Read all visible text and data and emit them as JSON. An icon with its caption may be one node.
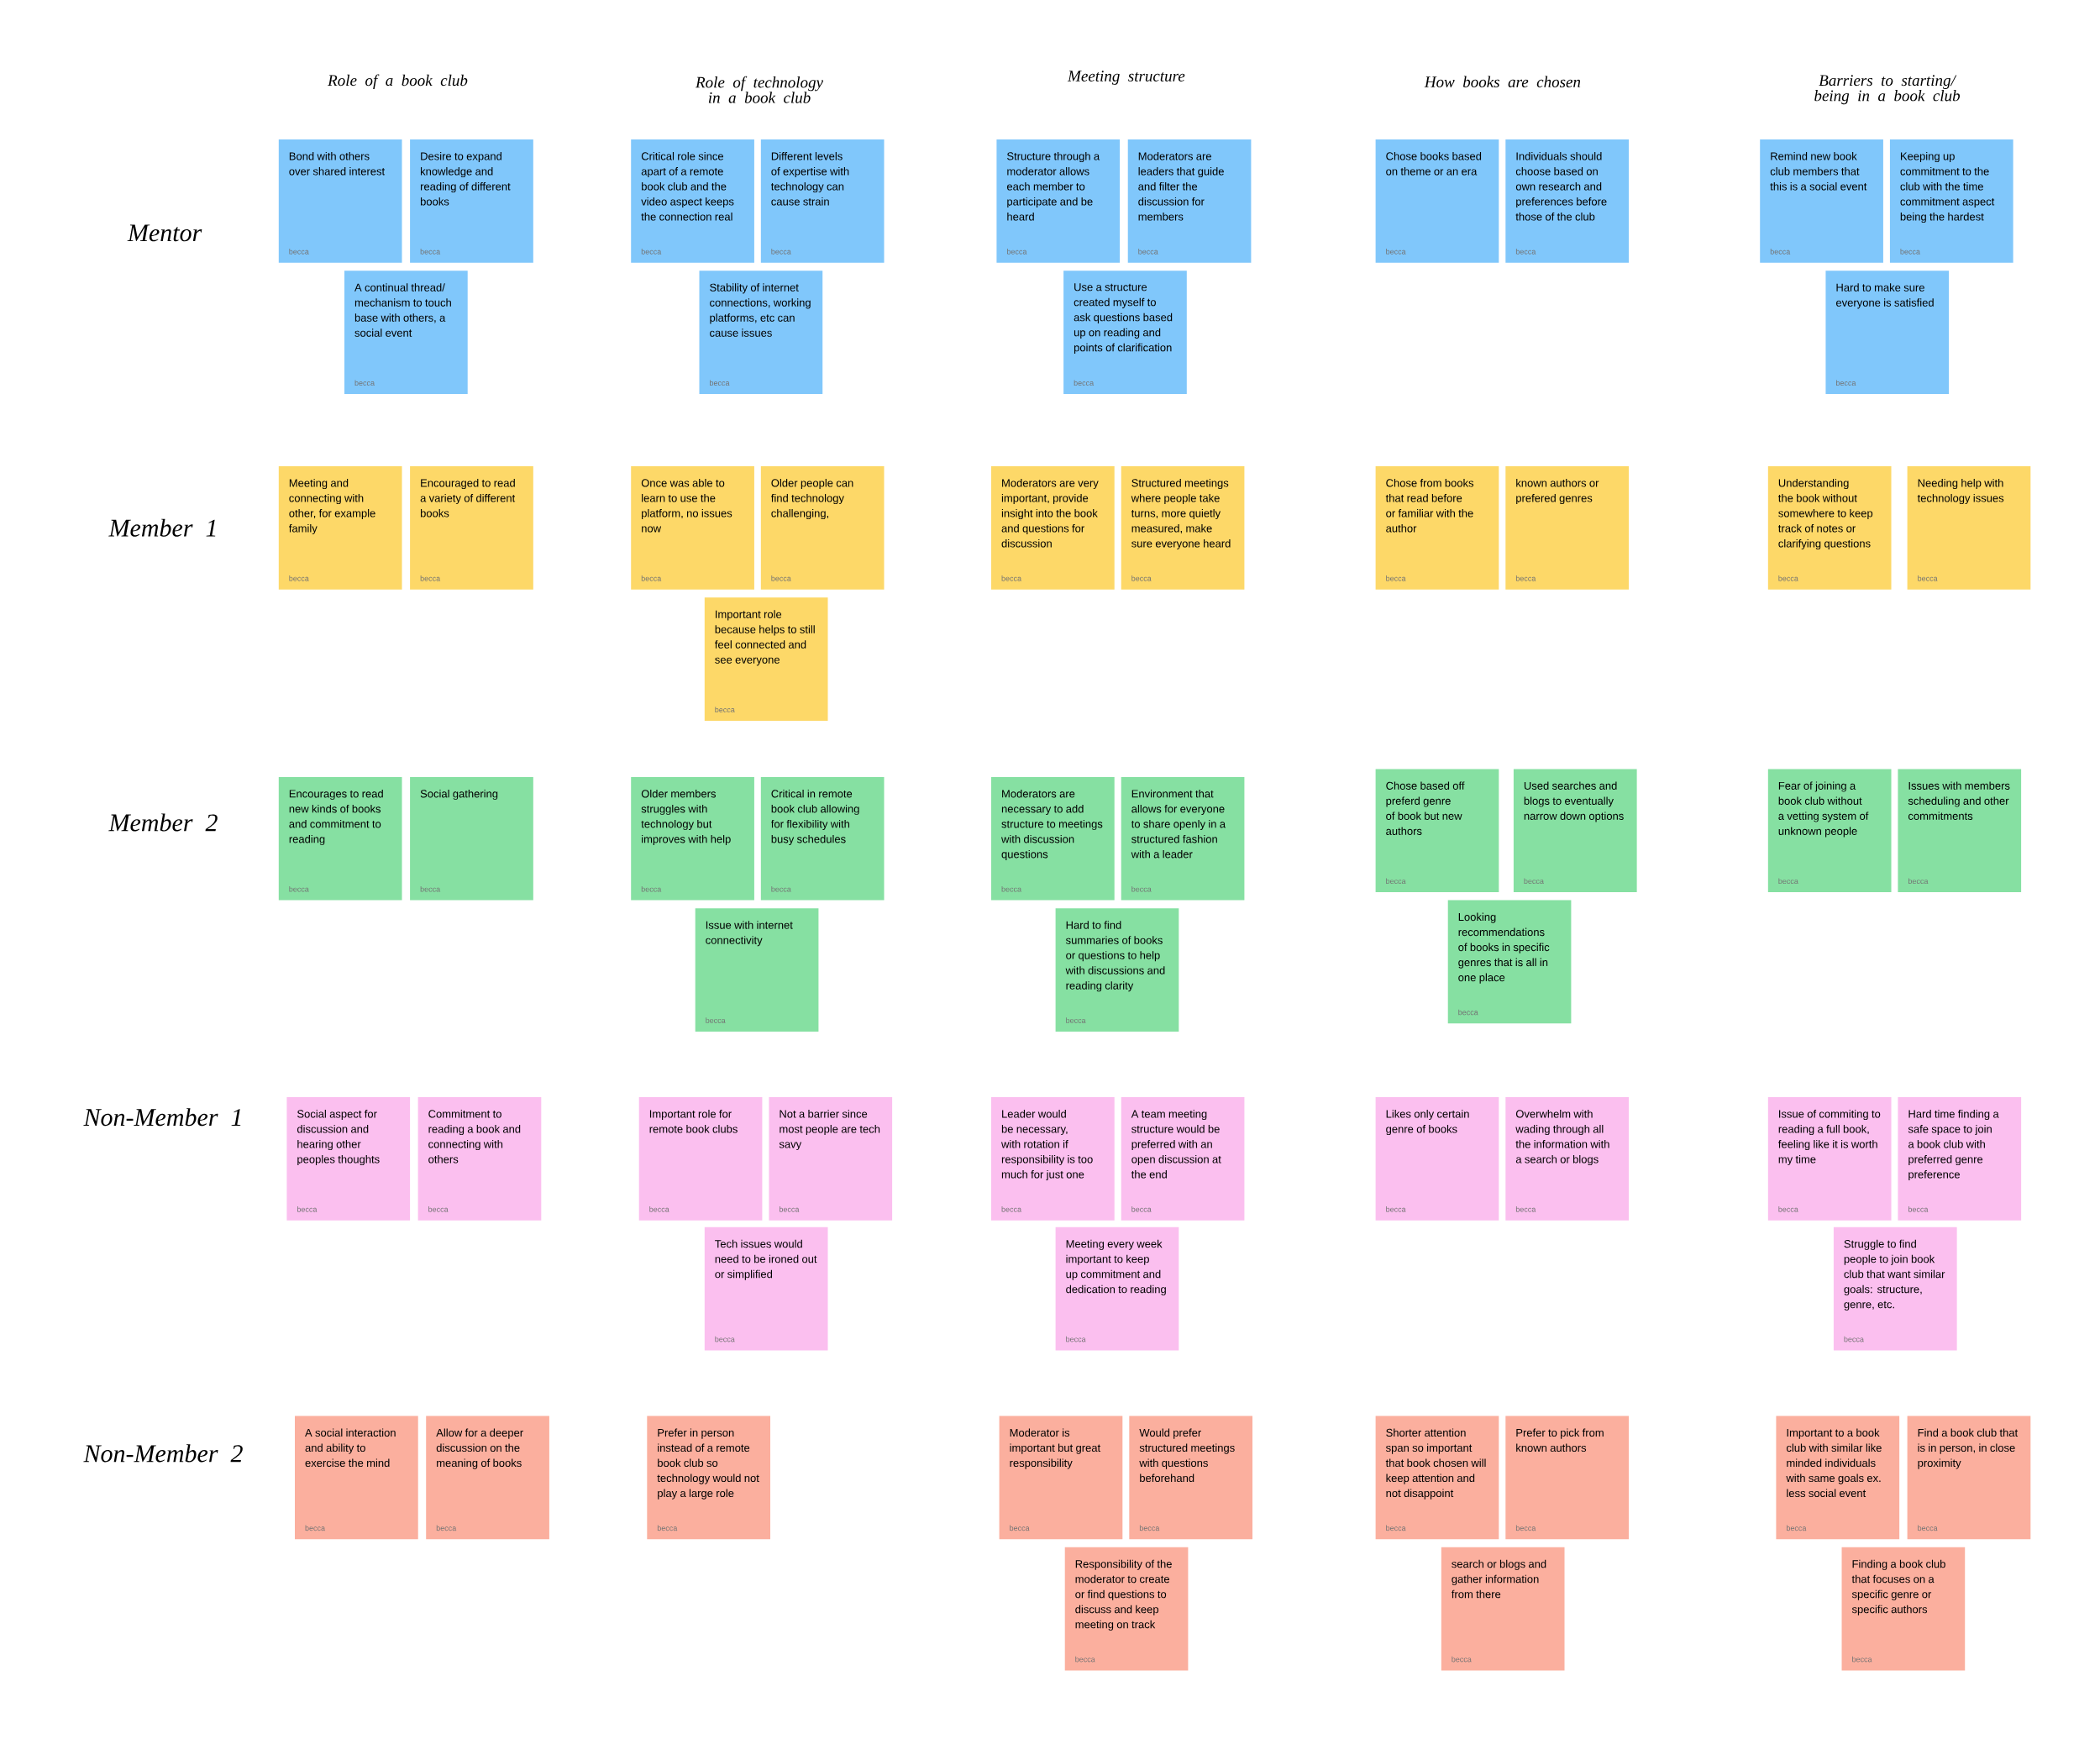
{
  "diagram": {
    "nodes": [
      {
        "text": [
          "Bond with others over shared interest",
          "becca"
        ]
      },
      {
        "text": [
          "Desire to expand knowledge and reading of different books",
          "becca"
        ]
      },
      {
        "text": [
          "A continual thread/ mechanism to touch base with others, a social event",
          "becca"
        ]
      },
      {
        "text": [
          "Critical role since apart of a remote book club and the video aspect keeps the connection real",
          "becca"
        ]
      },
      {
        "text": [
          "Different levels of expertise with technology can cause strain",
          "becca"
        ]
      },
      {
        "text": [
          "Stability of internet connections, working platforms, etc can cause issues",
          "becca"
        ]
      },
      {
        "text": [
          "Structure through a moderator allows each member to participate and be heard",
          "becca"
        ]
      },
      {
        "text": [
          "Moderators are leaders that guide and filter the discussion for members",
          "becca"
        ]
      },
      {
        "text": [
          "Use a structure created myself to ask questions based up on reading and points of clarification",
          "becca"
        ]
      },
      {
        "text": [
          "Chose books based on theme or an era",
          "becca"
        ]
      },
      {
        "text": [
          "Individuals should choose based on own research and preferences before those of the club",
          "becca"
        ]
      },
      {
        "text": [
          "Remind new book club members that this is a social event",
          "becca"
        ]
      },
      {
        "text": [
          "Keeping up commitment to the club with the time commitment aspect being the hardest",
          "becca"
        ]
      },
      {
        "text": [
          "Hard to make sure everyone is satisfied",
          "becca"
        ]
      },
      {
        "text": [
          "Meeting and connecting with other, for example family",
          "becca"
        ]
      },
      {
        "text": [
          "Encouraged to read a variety of different books",
          "becca"
        ]
      },
      {
        "text": [
          "Once was able to learn to use the platform, no issues now",
          "becca"
        ]
      },
      {
        "text": [
          "Older people can find technology challenging,",
          "becca"
        ]
      },
      {
        "text": [
          "Important role because helps to still feel connected and see everyone",
          "becca"
        ]
      },
      {
        "text": [
          "Moderators are very important, provide insight into the book and questions for discussion",
          "becca"
        ]
      },
      {
        "text": [
          "Structured meetings where people take turns, more quietly measured, make sure everyone heard",
          "becca"
        ]
      },
      {
        "text": [
          "Chose from books that read before or familiar with the author",
          "becca"
        ]
      },
      {
        "text": [
          "known authors or prefered genres",
          "becca"
        ]
      },
      {
        "text": [
          "Understanding the book without somewhere to keep track of notes or clarifying questions",
          "becca"
        ]
      },
      {
        "text": [
          "Needing help with technology issues",
          "becca"
        ]
      },
      {
        "text": [
          "Encourages to read new kinds of books and commitment to reading",
          "becca"
        ]
      },
      {
        "text": [
          "Social gathering",
          "becca"
        ]
      },
      {
        "text": [
          "Older members struggles with technology but improves with help",
          "becca"
        ]
      },
      {
        "text": [
          "Critical in remote book club allowing for flexibility with busy schedules",
          "becca"
        ]
      },
      {
        "text": [
          "Issue with internet connectivity",
          "becca"
        ]
      },
      {
        "text": [
          "Moderators are necessary to add structure to meetings with discussion questions",
          "becca"
        ]
      },
      {
        "text": [
          "Environment that allows for everyone to share openly in a structured fashion with a leader",
          "becca"
        ]
      },
      {
        "text": [
          "Hard to find summaries of books or questions to help with discussions and reading clarity",
          "becca"
        ]
      },
      {
        "text": [
          "Chose based off preferd genre of book but new authors",
          "becca"
        ]
      },
      {
        "text": [
          "Used searches and blogs to eventually narrow down options",
          "becca"
        ]
      },
      {
        "text": [
          "Looking recommendations of books in specific genres that is all in one place",
          "becca"
        ]
      },
      {
        "text": [
          "Fear of joining a book club without a vetting system of unknown people",
          "becca"
        ]
      },
      {
        "text": [
          "Issues with members scheduling and other commitments",
          "becca"
        ]
      },
      {
        "text": [
          "Social aspect for discussion and hearing other peoples thoughts",
          "becca"
        ]
      },
      {
        "text": [
          "Commitment to reading a book and connecting with others",
          "becca"
        ]
      },
      {
        "text": [
          "Important role for remote book clubs",
          "becca"
        ]
      },
      {
        "text": [
          "Not a barrier since most people are tech savy",
          "becca"
        ]
      },
      {
        "text": [
          "Tech issues would need to be ironed out or simplified",
          "becca"
        ]
      },
      {
        "text": [
          "Leader would be necessary, with rotation if responsibility is too much for just one",
          "becca"
        ]
      },
      {
        "text": [
          "A team meeting structure would be preferred with an open discussion at the end",
          "becca"
        ]
      },
      {
        "text": [
          "Meeting every week important to keep up commitment and dedication to reading",
          "becca"
        ]
      },
      {
        "text": [
          "Likes only certain genre of books",
          "becca"
        ]
      },
      {
        "text": [
          "Overwhelm with wading through all the information with a search or blogs",
          "becca"
        ]
      },
      {
        "text": [
          "Issue of commiting to reading a full book, feeling like it is worth my time",
          "becca"
        ]
      },
      {
        "text": [
          "Hard time finding a safe space to join a book club with preferred genre preference",
          "becca"
        ]
      },
      {
        "text": [
          "Struggle to find people to join book club that want similar goals: structure, genre, etc.",
          "becca"
        ]
      },
      {
        "text": [
          "A social interaction and ability to exercise the mind",
          "becca"
        ]
      },
      {
        "text": [
          "Allow for a deeper discussion on the meaning of books",
          "becca"
        ]
      },
      {
        "text": [
          "Prefer in person instead of a remote book club so technology would not play a large role",
          "becca"
        ]
      },
      {
        "text": [
          "Moderator is important but great responsibility",
          "becca"
        ]
      },
      {
        "text": [
          "Would prefer structured meetings with questions beforehand",
          "becca"
        ]
      },
      {
        "text": [
          "Responsibility of the moderator to create or find questions to discuss and keep meeting on track",
          "becca"
        ]
      },
      {
        "text": [
          "Shorter attention span so important that book chosen will keep attention and not disappoint",
          "becca"
        ]
      },
      {
        "text": [
          "Prefer to pick from known authors",
          "becca"
        ]
      },
      {
        "text": [
          "search or blogs and gather information from there",
          "becca"
        ]
      },
      {
        "text": [
          "Important to a book club with similar like minded individuals with same goals ex. less social event",
          "becca"
        ]
      },
      {
        "text": [
          "Find a book club that is in person, in close proximity",
          "becca"
        ]
      },
      {
        "text": [
          "Finding a book club that focuses on a specific genre or specific authors",
          "becca"
        ]
      }
    ],
    "labels": [
      "Role of a book club",
      "Role of technology in a book club",
      "Meeting structure",
      "How books are chosen",
      "Barriers to starting/ being in a book club",
      "Mentor",
      "Member 1",
      "Member 2",
      "Non-Member 1",
      "Non-Member 2"
    ]
  }
}
